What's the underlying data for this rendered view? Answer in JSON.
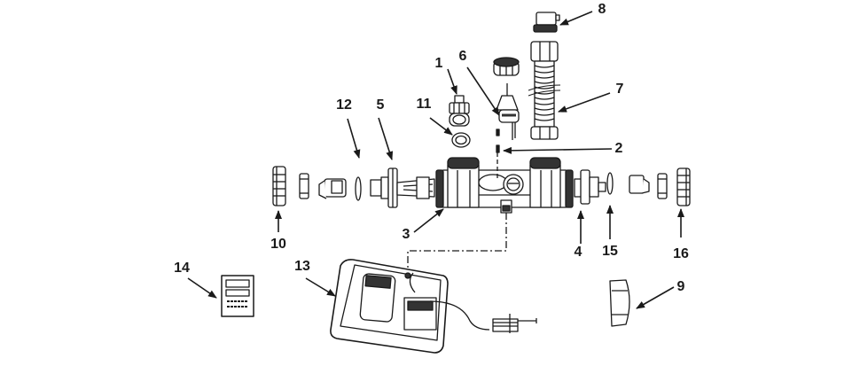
{
  "diagram": {
    "type": "exploded-parts-diagram",
    "colors": {
      "ink": "#1a1a1a",
      "fill": "#ffffff",
      "shade": "#555555"
    },
    "callouts": [
      {
        "id": "c1",
        "label": "1"
      },
      {
        "id": "c2",
        "label": "2"
      },
      {
        "id": "c3",
        "label": "3"
      },
      {
        "id": "c4",
        "label": "4"
      },
      {
        "id": "c5",
        "label": "5"
      },
      {
        "id": "c6",
        "label": "6"
      },
      {
        "id": "c7",
        "label": "7"
      },
      {
        "id": "c8",
        "label": "8"
      },
      {
        "id": "c9",
        "label": "9"
      },
      {
        "id": "c10",
        "label": "10"
      },
      {
        "id": "c11",
        "label": "11"
      },
      {
        "id": "c12",
        "label": "12"
      },
      {
        "id": "c13",
        "label": "13"
      },
      {
        "id": "c14",
        "label": "14"
      },
      {
        "id": "c15",
        "label": "15"
      },
      {
        "id": "c16",
        "label": "16"
      }
    ]
  }
}
